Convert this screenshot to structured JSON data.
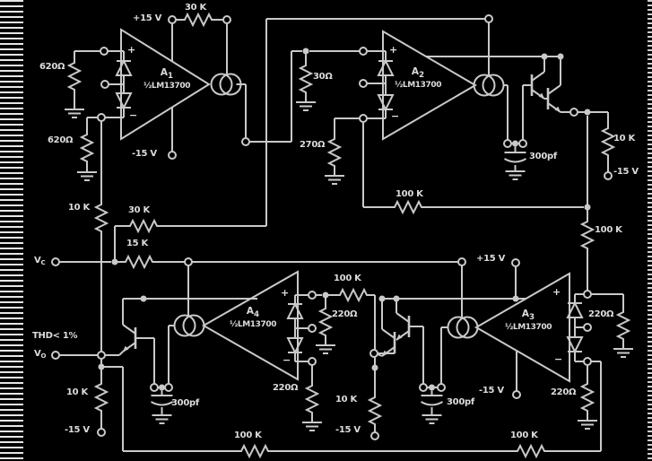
{
  "colors": {
    "background": "#000000",
    "line": "#c9c9c9",
    "text": "#dcdcdc"
  },
  "signs": {
    "plus": "+",
    "minus": "−"
  },
  "amps": {
    "a1": {
      "name": "A",
      "sub": "1",
      "chip": "½LM13700"
    },
    "a2": {
      "name": "A",
      "sub": "2",
      "chip": "½LM13700"
    },
    "a3": {
      "name": "A",
      "sub": "3",
      "chip": "½LM13700"
    },
    "a4": {
      "name": "A",
      "sub": "4",
      "chip": "½LM13700"
    }
  },
  "terminals": {
    "vc": {
      "main": "V",
      "sub": "C"
    },
    "vo": {
      "main": "V",
      "sub": "O"
    },
    "thd": "THD< 1%"
  },
  "power": {
    "p15_a1": "+15 V",
    "m15_a1": "-15 V",
    "p15_mid": "+15 V",
    "m15_tr": "-15 V",
    "m15_bl": "-15 V",
    "m15_bc": "-15 V",
    "m15_a3": "-15 V"
  },
  "resistors": {
    "top_30k": "30 K",
    "fb_30k": "30 K",
    "vc_15k": "15 K",
    "left_620_top": "620Ω",
    "left_620_bot": "620Ω",
    "left_10k": "10 K",
    "in_30": "30Ω",
    "in_270": "270Ω",
    "mid_100k": "100 K",
    "right_100k": "100 K",
    "tr_10k": "10 K",
    "a3_220_top": "220Ω",
    "a3_220_bot": "220Ω",
    "a4_100k": "100 K",
    "a4_220_top": "220Ω",
    "a4_220_bot": "220Ω",
    "bc_10k": "10 K",
    "bl_10k": "10 K",
    "bot_100k_left": "100 K",
    "bot_100k_right": "100 K"
  },
  "capacitors": {
    "tr": "300pf",
    "bl": "300pf",
    "br": "300pf"
  }
}
